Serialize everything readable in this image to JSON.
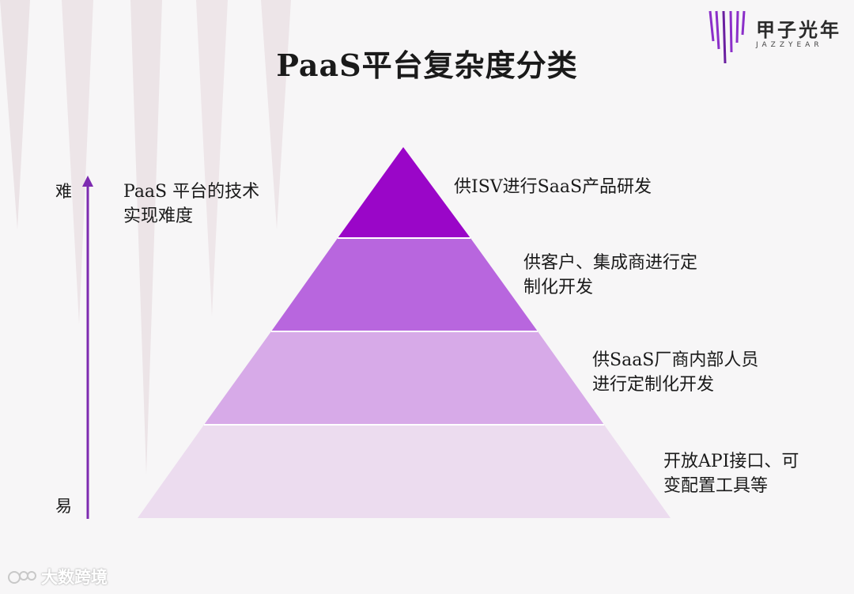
{
  "title": "PaaS平台复杂度分类",
  "logo": {
    "cn": "甲子光年",
    "en": "JAZZYEAR"
  },
  "axis": {
    "top_label": "难",
    "bottom_label": "易",
    "description": "PaaS 平台的技术实现难度"
  },
  "levels": [
    {
      "label": "供ISV进行SaaS产品研发",
      "color": "#9a06c8"
    },
    {
      "label": "供客户、集成商进行定制化开发",
      "color": "#b866de"
    },
    {
      "label": "供SaaS厂商内部人员进行定制化开发",
      "color": "#d7aae8"
    },
    {
      "label": "开放API接口、可变配置工具等",
      "color": "#ecdcef"
    }
  ],
  "watermark": "大数跨境",
  "colors": {
    "accent": "#7b1fa2",
    "arrow": "#7d2bb0"
  }
}
